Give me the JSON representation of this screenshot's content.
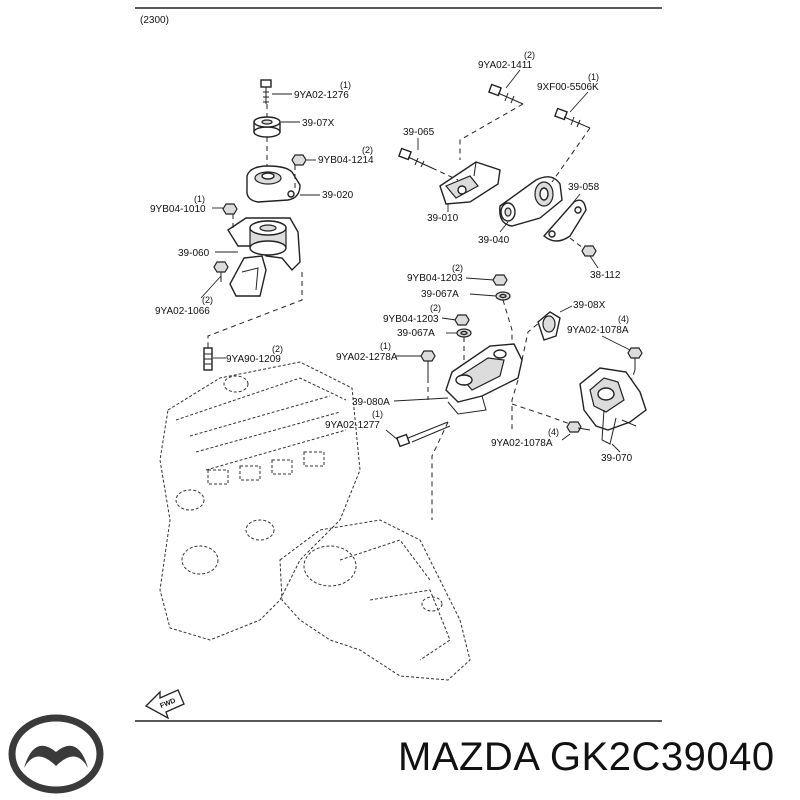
{
  "header": {
    "section_code": "(2300)"
  },
  "parts": [
    {
      "code": "9YA02-1276",
      "qty": "(1)"
    },
    {
      "code": "39-07X",
      "qty": ""
    },
    {
      "code": "9YB04-1214",
      "qty": "(2)"
    },
    {
      "code": "39-020",
      "qty": ""
    },
    {
      "code": "9YB04-1010",
      "qty": "(1)"
    },
    {
      "code": "39-060",
      "qty": ""
    },
    {
      "code": "9YA02-1066",
      "qty": "(2)"
    },
    {
      "code": "9YA90-1209",
      "qty": "(2)"
    },
    {
      "code": "9YA02-1411",
      "qty": "(2)"
    },
    {
      "code": "9XF00-5506K",
      "qty": "(1)"
    },
    {
      "code": "39-065",
      "qty": ""
    },
    {
      "code": "39-058",
      "qty": ""
    },
    {
      "code": "39-010",
      "qty": ""
    },
    {
      "code": "39-040",
      "qty": ""
    },
    {
      "code": "38-112",
      "qty": ""
    },
    {
      "code": "9YB04-1203",
      "qty": "(2)"
    },
    {
      "code": "39-067A",
      "qty": ""
    },
    {
      "code": "9YB04-1203",
      "qty": "(2)"
    },
    {
      "code": "39-067A",
      "qty": ""
    },
    {
      "code": "9YA02-1278A",
      "qty": "(1)"
    },
    {
      "code": "39-080A",
      "qty": ""
    },
    {
      "code": "9YA02-1277",
      "qty": "(1)"
    },
    {
      "code": "39-08X",
      "qty": ""
    },
    {
      "code": "9YA02-1078A",
      "qty": "(4)"
    },
    {
      "code": "9YA02-1078A",
      "qty": "(4)"
    },
    {
      "code": "39-070",
      "qty": ""
    }
  ],
  "direction_tag": "FWD",
  "footer": {
    "brand_text": "MAZDA GK2C39040"
  },
  "logo": {
    "icon": "mazda-logo-icon",
    "brand": "Mazda"
  }
}
